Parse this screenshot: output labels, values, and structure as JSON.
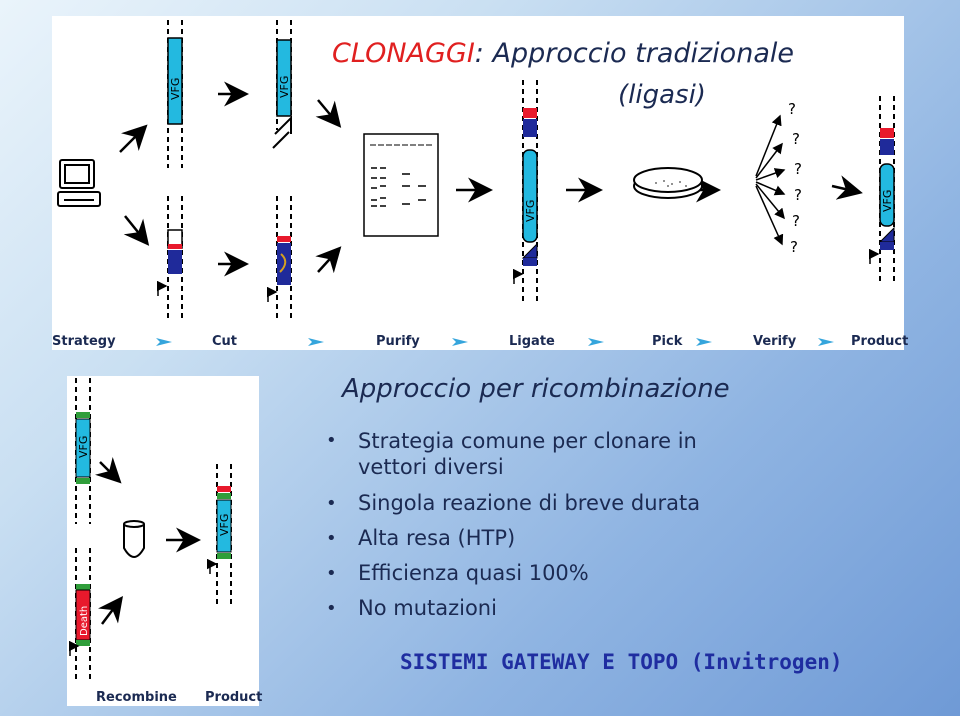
{
  "top": {
    "title_red": "CLONAGGI",
    "title_rest": ": Approccio tradizionale",
    "subtitle": "(ligasi)",
    "question_marks": [
      "?",
      "?",
      "?",
      "?",
      "?",
      "?"
    ],
    "steps": [
      "Strategy",
      "Cut",
      "Purify",
      "Ligate",
      "Pick",
      "Verify",
      "Product"
    ],
    "gene_label": "VFG"
  },
  "middle": {
    "title": "Approccio per ricombinazione",
    "bullets": [
      "Strategia comune per clonare in",
      "vettori diversi",
      "Singola reazione di breve durata",
      "Alta resa (HTP)",
      "Efficienza quasi 100%",
      "No mutazioni"
    ]
  },
  "bottom": {
    "steps": [
      "Recombine",
      "Product"
    ],
    "gene_label": "VFG",
    "death_label": "Death"
  },
  "footer": "SISTEMI GATEWAY  E TOPO (Invitrogen)",
  "colors": {
    "gene_cyan": "#23b9e0",
    "red_band": "#e8192c",
    "blue_band": "#1f2a9a",
    "green_band": "#2f9e3a",
    "arrow_cyan": "#35a5dc",
    "footer_blue": "#1f2da0",
    "title_red": "#e02020",
    "text_navy": "#1b2a52"
  }
}
